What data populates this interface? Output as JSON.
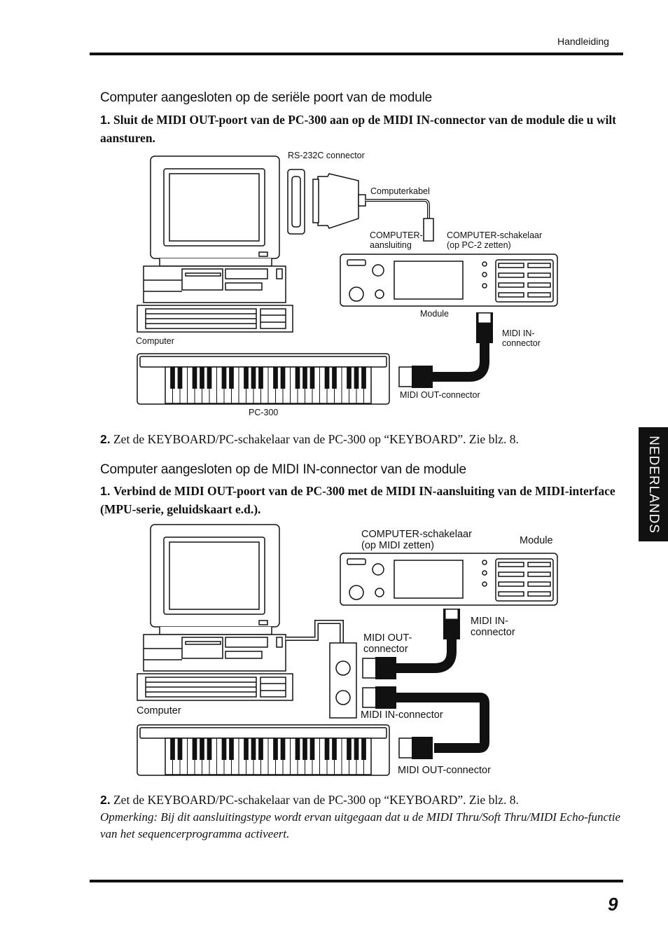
{
  "header": {
    "running_title": "Handleiding"
  },
  "section1": {
    "heading": "Computer aangesloten op de seriële poort van de module",
    "step1_num": "1.",
    "step1_text": "Sluit de MIDI OUT-poort van de PC-300 aan op de MIDI IN-connector van de module die u wilt aansturen.",
    "step2_num": "2.",
    "step2_text": "Zet de KEYBOARD/PC-schakelaar van de PC-300 op “KEYBOARD”. Zie blz. 8."
  },
  "diagram1": {
    "rs232": "RS-232C connector",
    "cable": "Computerkabel",
    "computer_port_1": "COMPUTER-",
    "computer_port_2": "aansluiting",
    "switch_1": "COMPUTER-schakelaar",
    "switch_2": "(op PC-2 zetten)",
    "module": "Module",
    "midi_in_1": "MIDI IN-",
    "midi_in_2": "connector",
    "computer": "Computer",
    "midi_out": "MIDI OUT-connector",
    "pc300": "PC-300"
  },
  "section2": {
    "heading": "Computer aangesloten op de MIDI IN-connector van de module",
    "step1_num": "1.",
    "step1_text": "Verbind de MIDI OUT-poort van de PC-300 met de MIDI IN-aansluiting van de MIDI-interface (MPU-serie, geluidskaart e.d.).",
    "step2_num": "2.",
    "step2_text": "Zet de KEYBOARD/PC-schakelaar van de PC-300 op “KEYBOARD”. Zie blz. 8.",
    "note": "Opmerking: Bij dit aansluitingstype wordt ervan uitgegaan dat u de MIDI Thru/Soft Thru/MIDI Echo-functie van het sequencerprogramma activeert."
  },
  "diagram2": {
    "switch_1": "COMPUTER-schakelaar",
    "switch_2": "(op MIDI zetten)",
    "module": "Module",
    "midi_in_1": "MIDI IN-",
    "midi_in_2": "connector",
    "midi_out_1": "MIDI OUT-",
    "midi_out_2": "connector",
    "computer": "Computer",
    "interface_midi_in": "MIDI IN-connector",
    "midi_out_bottom": "MIDI OUT-connector"
  },
  "side_tab": "NEDERLANDS",
  "page_number": "9"
}
